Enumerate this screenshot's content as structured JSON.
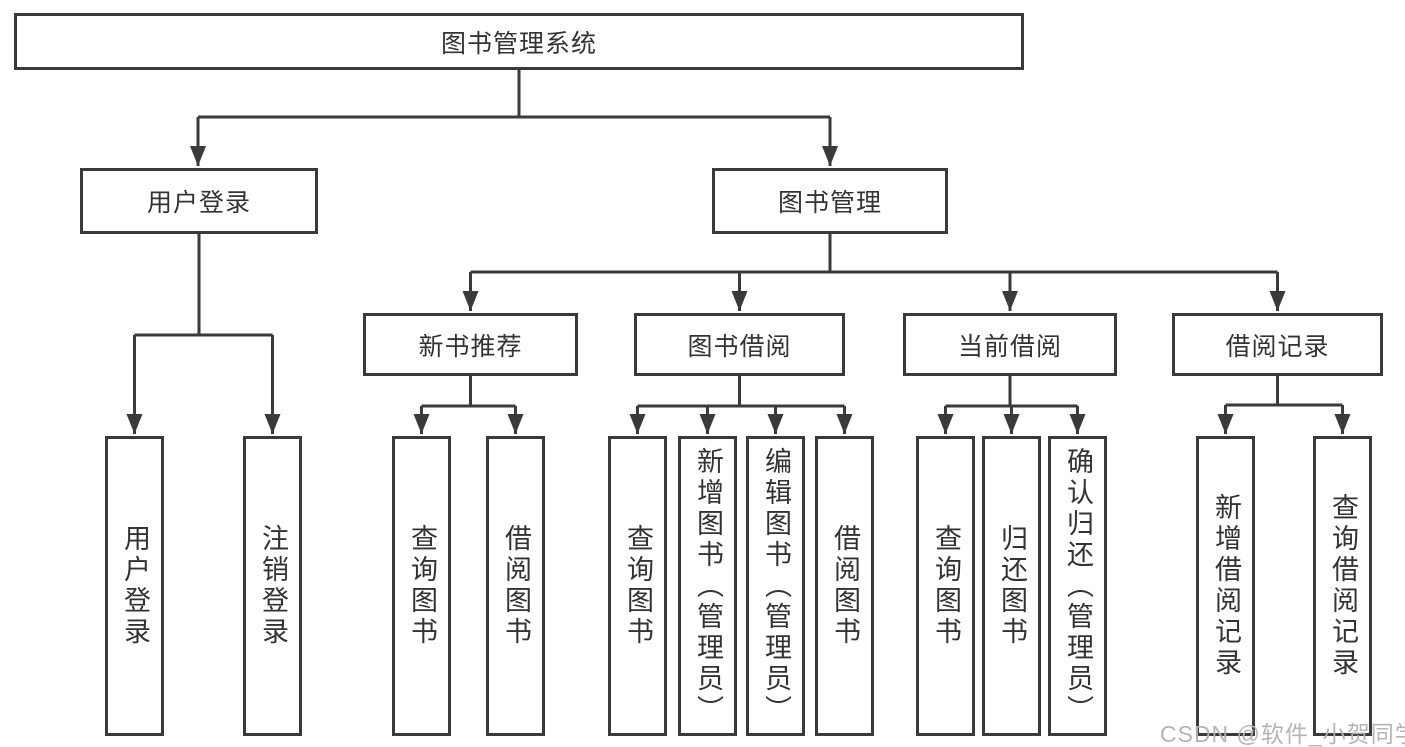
{
  "diagram_title": "图书管理系统",
  "colors": {
    "line": "#3a3a3a",
    "box_border": "#3a3a3a",
    "text": "#333333",
    "background": "#ffffff",
    "watermark": "#b1b1b1"
  },
  "nodes": {
    "root": "图书管理系统",
    "level2": [
      "用户登录",
      "图书管理"
    ],
    "level3": [
      "新书推荐",
      "图书借阅",
      "当前借阅",
      "借阅记录"
    ],
    "leaves": {
      "user_login": [
        "用户登录",
        "注销登录"
      ],
      "new_books": [
        "查询图书",
        "借阅图书"
      ],
      "book_borrow": [
        "查询图书",
        "新增图书（管理员）",
        "编辑图书（管理员）",
        "借阅图书"
      ],
      "current_borrow": [
        "查询图书",
        "归还图书",
        "确认归还（管理员）"
      ],
      "borrow_records": [
        "新增借阅记录",
        "查询借阅记录"
      ]
    }
  },
  "watermark": "CSDN @软件_小贺同学"
}
